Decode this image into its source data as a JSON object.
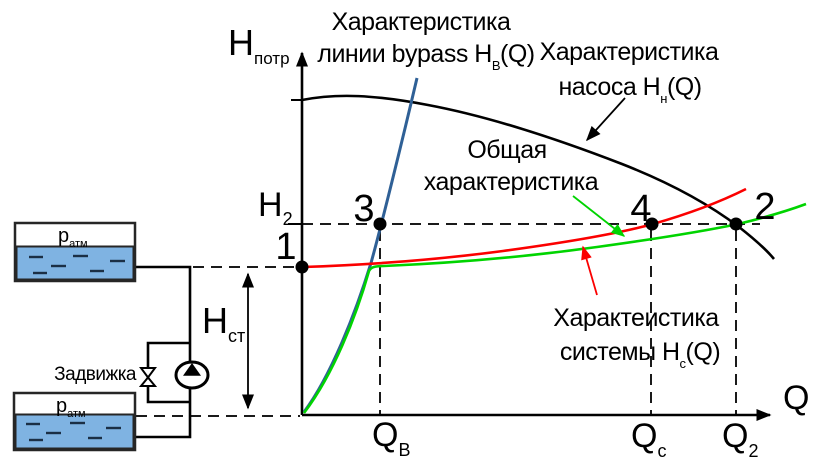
{
  "colors": {
    "pump_curve": "#000000",
    "bypass_curve": "#2f6096",
    "bypass_text": "#4e7cb4",
    "overall_curve": "#00d400",
    "system_curve": "#fb0000",
    "water": "#7fb3e2"
  },
  "axes": {
    "y_main": "H",
    "y_sub": "потр",
    "x_label": "Q"
  },
  "labels": {
    "bypass": {
      "line1": "Характеристика",
      "line2_pre": "линии bypass H",
      "line2_sub": "B",
      "line2_post": "(Q)"
    },
    "pump": {
      "line1": "Характеристика",
      "line2_pre": "насоса H",
      "line2_sub": "н",
      "line2_post": "(Q)"
    },
    "overall": {
      "line1": "Общая",
      "line2": "характеристика"
    },
    "system": {
      "line1": "Характеистика",
      "line2_pre": "системы H",
      "line2_sub": "c",
      "line2_post": "(Q)"
    }
  },
  "points": {
    "p1": "1",
    "p2": "2",
    "p3": "3",
    "p4": "4"
  },
  "ticks": {
    "h2": {
      "main": "H",
      "sub": "2"
    },
    "hst": {
      "main": "H",
      "sub": "ст"
    },
    "qb": {
      "main": "Q",
      "sub": "B"
    },
    "qc": {
      "main": "Q",
      "sub": "c"
    },
    "q2": {
      "main": "Q",
      "sub": "2"
    }
  },
  "schematic": {
    "upper_tank_pressure": {
      "main": "p",
      "sub": "атм"
    },
    "lower_tank_pressure": {
      "main": "p",
      "sub": "атм"
    },
    "valve_label": "Задвижка"
  },
  "chart_data": {
    "type": "line",
    "x_axis_label": "Q",
    "y_axis_label": "H потр",
    "x_tick_labels": [
      "Q_B",
      "Q_c",
      "Q_2"
    ],
    "y_tick_labels": [
      "H_2"
    ],
    "grid": false,
    "curves": [
      {
        "name": "Характеристика насоса H_н(Q)",
        "color": "#000000",
        "shape": "concave-down curve falling from the H axis to the lower right"
      },
      {
        "name": "Характеристика линии bypass H_B(Q)",
        "color": "#2f6096",
        "shape": "steep rising parabola from the origin through point 3"
      },
      {
        "name": "Общая характеристика",
        "color": "#00d400",
        "shape": "follows bypass curve from origin, bends at static-head level, rises gently through point 2"
      },
      {
        "name": "Характеистика системы H_c(Q)",
        "color": "#fb0000",
        "shape": "shallow rising parabola from point 1 through point 4"
      }
    ],
    "marked_points": [
      {
        "label": "1",
        "location": "on H axis at static head level"
      },
      {
        "label": "3",
        "location": "bypass curve at H_2 level, Q = Q_B"
      },
      {
        "label": "4",
        "location": "system curve at H_2 level, Q = Q_c"
      },
      {
        "label": "2",
        "location": "pump and overall curves intersection at H_2 level, Q = Q_2"
      }
    ]
  }
}
